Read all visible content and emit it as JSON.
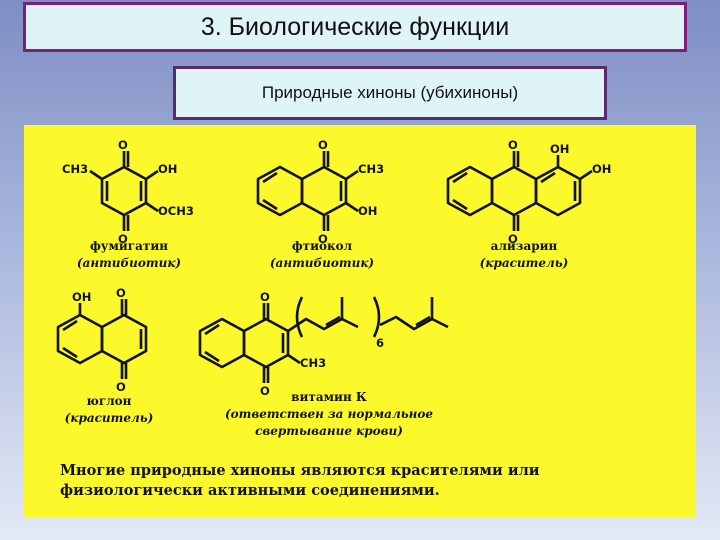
{
  "header": {
    "title": "3. Биологические функции"
  },
  "subheader": {
    "title": "Природные хиноны (убихиноны)"
  },
  "compounds": [
    {
      "name": "фумигатин",
      "role": "(антибиотик)"
    },
    {
      "name": "фтиокол",
      "role": "(антибиотик)"
    },
    {
      "name": "ализарин",
      "role": "(краситель)"
    },
    {
      "name": "юглон",
      "role": "(краситель)"
    },
    {
      "name": "витамин К",
      "role": "(ответствен за нормальное свертывание крови)"
    }
  ],
  "atom_labels": {
    "o": "O",
    "oh": "OH",
    "ch3": "CH3",
    "och3": "OCH3",
    "n_subscript": "6"
  },
  "note": "Многие природные хиноны являются красителями или физиологически активными соединениями."
}
